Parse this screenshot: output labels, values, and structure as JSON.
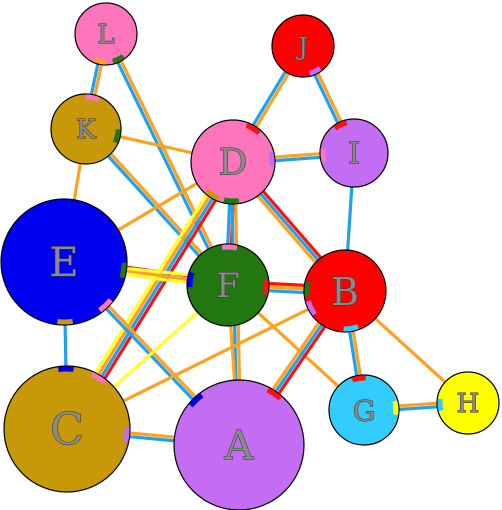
{
  "diagram": {
    "type": "network-graph",
    "palette": {
      "orange": "#ffa020",
      "blue": "#1fa2ee",
      "red": "#ff1010",
      "yellow": "#ffff30",
      "pink": "#ff75bb",
      "green": "#227711",
      "mauve": "#c36ef2",
      "olive": "#c79808",
      "navy": "#0000f0",
      "sky": "#33ccff",
      "lemon": "#ffff00"
    },
    "nodes": [
      {
        "id": "L",
        "label": "L",
        "color": "#ff75bb"
      },
      {
        "id": "J",
        "label": "J",
        "color": "#ff0000"
      },
      {
        "id": "K",
        "label": "K",
        "color": "#c79808"
      },
      {
        "id": "D",
        "label": "D",
        "color": "#ff75bb"
      },
      {
        "id": "I",
        "label": "I",
        "color": "#c36ef2"
      },
      {
        "id": "E",
        "label": "E",
        "color": "#0000f0"
      },
      {
        "id": "F",
        "label": "F",
        "color": "#227711"
      },
      {
        "id": "B",
        "label": "B",
        "color": "#ff0000"
      },
      {
        "id": "G",
        "label": "G",
        "color": "#33ccff"
      },
      {
        "id": "H",
        "label": "H",
        "color": "#ffff00"
      },
      {
        "id": "C",
        "label": "C",
        "color": "#c79808"
      },
      {
        "id": "A",
        "label": "A",
        "color": "#c36ef2"
      }
    ],
    "edges": [
      {
        "from": "L",
        "to": "K",
        "colors": [
          "orange",
          "blue"
        ]
      },
      {
        "from": "L",
        "to": "F",
        "colors": [
          "orange",
          "blue"
        ]
      },
      {
        "from": "J",
        "to": "D",
        "colors": [
          "orange",
          "blue"
        ]
      },
      {
        "from": "J",
        "to": "I",
        "colors": [
          "orange",
          "blue"
        ]
      },
      {
        "from": "K",
        "to": "D",
        "colors": [
          "orange"
        ]
      },
      {
        "from": "K",
        "to": "E",
        "colors": [
          "orange"
        ]
      },
      {
        "from": "K",
        "to": "F",
        "colors": [
          "orange",
          "blue"
        ]
      },
      {
        "from": "D",
        "to": "I",
        "colors": [
          "orange",
          "blue"
        ]
      },
      {
        "from": "D",
        "to": "E",
        "colors": [
          "orange"
        ]
      },
      {
        "from": "D",
        "to": "F",
        "colors": [
          "red",
          "blue"
        ]
      },
      {
        "from": "D",
        "to": "B",
        "colors": [
          "red",
          "blue",
          "orange"
        ]
      },
      {
        "from": "D",
        "to": "C",
        "colors": [
          "red",
          "blue",
          "orange",
          "yellow"
        ]
      },
      {
        "from": "D",
        "to": "A",
        "colors": [
          "orange",
          "blue"
        ]
      },
      {
        "from": "I",
        "to": "B",
        "colors": [
          "blue"
        ]
      },
      {
        "from": "E",
        "to": "F",
        "colors": [
          "red",
          "orange",
          "yellow"
        ]
      },
      {
        "from": "E",
        "to": "B",
        "colors": [
          "yellow"
        ]
      },
      {
        "from": "E",
        "to": "C",
        "colors": [
          "blue"
        ]
      },
      {
        "from": "E",
        "to": "A",
        "colors": [
          "orange",
          "blue"
        ]
      },
      {
        "from": "F",
        "to": "B",
        "colors": [
          "red",
          "orange",
          "blue"
        ]
      },
      {
        "from": "F",
        "to": "A",
        "colors": [
          "orange"
        ]
      },
      {
        "from": "F",
        "to": "G",
        "colors": [
          "orange"
        ]
      },
      {
        "from": "F",
        "to": "C",
        "colors": [
          "yellow"
        ]
      },
      {
        "from": "B",
        "to": "G",
        "colors": [
          "orange",
          "blue"
        ]
      },
      {
        "from": "B",
        "to": "H",
        "colors": [
          "orange"
        ]
      },
      {
        "from": "B",
        "to": "C",
        "colors": [
          "orange"
        ]
      },
      {
        "from": "B",
        "to": "A",
        "colors": [
          "red",
          "blue",
          "orange"
        ]
      },
      {
        "from": "G",
        "to": "H",
        "colors": [
          "orange",
          "blue"
        ]
      },
      {
        "from": "C",
        "to": "A",
        "colors": [
          "orange",
          "blue"
        ]
      }
    ],
    "ports": [
      {
        "node": "L",
        "toward": "K",
        "color": "orange"
      },
      {
        "node": "L",
        "toward": "F",
        "color": "green"
      },
      {
        "node": "J",
        "toward": "I",
        "color": "mauve"
      },
      {
        "node": "K",
        "toward": "L",
        "color": "pink"
      },
      {
        "node": "K",
        "toward": "D",
        "color": "green"
      },
      {
        "node": "D",
        "toward": "J",
        "color": "red"
      },
      {
        "node": "D",
        "toward": "I",
        "color": "mauve"
      },
      {
        "node": "D",
        "toward": "C",
        "color": "olive"
      },
      {
        "node": "D",
        "toward": "F",
        "color": "green"
      },
      {
        "node": "I",
        "toward": "J",
        "color": "red"
      },
      {
        "node": "I",
        "toward": "D",
        "color": "pink"
      },
      {
        "node": "E",
        "toward": "F",
        "color": "green"
      },
      {
        "node": "E",
        "toward": "C",
        "color": "olive"
      },
      {
        "node": "E",
        "toward": "A",
        "color": "pink"
      },
      {
        "node": "F",
        "toward": "E",
        "color": "navy"
      },
      {
        "node": "F",
        "toward": "D",
        "color": "pink"
      },
      {
        "node": "F",
        "toward": "B",
        "color": "red"
      },
      {
        "node": "B",
        "toward": "F",
        "color": "green"
      },
      {
        "node": "B",
        "toward": "C",
        "color": "mauve"
      },
      {
        "node": "B",
        "toward": "G",
        "color": "sky"
      },
      {
        "node": "G",
        "toward": "B",
        "color": "red"
      },
      {
        "node": "G",
        "toward": "H",
        "color": "lemon"
      },
      {
        "node": "H",
        "toward": "G",
        "color": "sky"
      },
      {
        "node": "C",
        "toward": "E",
        "color": "navy"
      },
      {
        "node": "C",
        "toward": "D",
        "color": "pink"
      },
      {
        "node": "C",
        "toward": "A",
        "color": "mauve"
      },
      {
        "node": "A",
        "toward": "E",
        "color": "navy"
      },
      {
        "node": "A",
        "toward": "B",
        "color": "red"
      }
    ]
  }
}
